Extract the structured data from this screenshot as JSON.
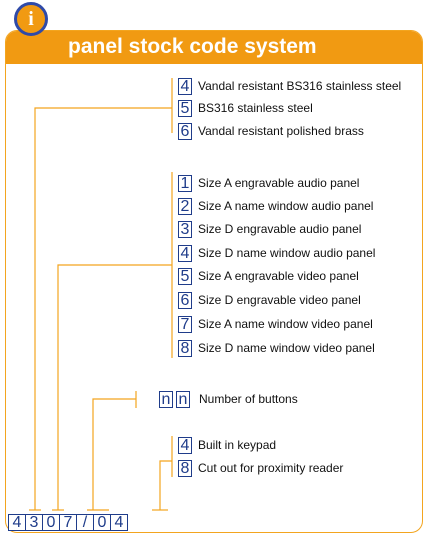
{
  "header": {
    "title": "panel stock code system",
    "info_icon": "i"
  },
  "groups": [
    {
      "id": "finish",
      "options": [
        {
          "code": "4",
          "label": "Vandal resistant BS316 stainless steel"
        },
        {
          "code": "5",
          "label": "BS316 stainless steel"
        },
        {
          "code": "6",
          "label": "Vandal resistant polished brass"
        }
      ]
    },
    {
      "id": "panel-type",
      "options": [
        {
          "code": "1",
          "label": "Size A engravable audio panel"
        },
        {
          "code": "2",
          "label": "Size A name window audio panel"
        },
        {
          "code": "3",
          "label": "Size D engravable audio panel"
        },
        {
          "code": "4",
          "label": "Size D name window audio panel"
        },
        {
          "code": "5",
          "label": "Size A engravable video panel"
        },
        {
          "code": "6",
          "label": "Size D engravable video panel"
        },
        {
          "code": "7",
          "label": "Size A name window video panel"
        },
        {
          "code": "8",
          "label": "Size D name window video panel"
        }
      ]
    },
    {
      "id": "buttons",
      "codes": [
        "n",
        "n"
      ],
      "label": "Number of buttons"
    },
    {
      "id": "extras",
      "options": [
        {
          "code": "4",
          "label": "Built in keypad"
        },
        {
          "code": "8",
          "label": "Cut out for proximity reader"
        }
      ]
    }
  ],
  "code_boxes": [
    "4",
    "3",
    "0",
    "7",
    "/",
    "0",
    "4"
  ],
  "colors": {
    "accent": "#f19a12",
    "box_border": "#1f3c8a",
    "connector": "#f3a51f"
  }
}
